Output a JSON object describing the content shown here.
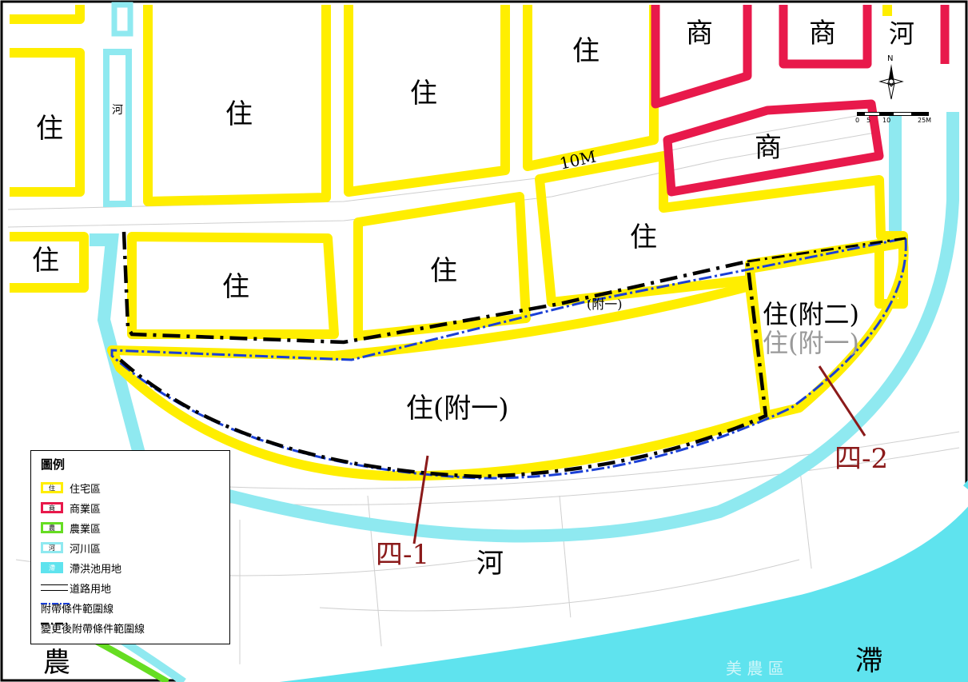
{
  "zones": {
    "res_label": "住",
    "com_label": "商",
    "river_label": "河",
    "farm_label": "農",
    "retention_label": "滯",
    "res_annex1_label": "住(附一)",
    "res_annex2_label": "住(附二)",
    "res_annex1_ghost": "住(附一)",
    "annex1_small": "(附一)"
  },
  "road": {
    "width_label": "10M"
  },
  "callouts": {
    "c1": "四-1",
    "c2": "四-2"
  },
  "north_arrow": {
    "label": "N"
  },
  "scale_bar": {
    "ticks": [
      "0",
      "5",
      "10",
      "25M"
    ]
  },
  "background_text": {
    "farm_fade": "美 農 區"
  },
  "legend": {
    "title": "圖例",
    "items": [
      {
        "swatch": "住",
        "label": "住宅區"
      },
      {
        "swatch": "商",
        "label": "商業區"
      },
      {
        "swatch": "農",
        "label": "農業區"
      },
      {
        "swatch": "河",
        "label": "河川區"
      },
      {
        "swatch": "滯",
        "label": "滯洪池用地"
      },
      {
        "swatch": "",
        "label": "道路用地"
      },
      {
        "swatch": "",
        "label": "附帶條件範圍線"
      },
      {
        "swatch": "",
        "label": "變更後附帶條件範圍線"
      }
    ]
  },
  "colors": {
    "residential": "#ffee00",
    "commercial": "#e8194b",
    "river": "#8fe9f0",
    "agriculture": "#66dd22",
    "retention": "#5fe3ee",
    "boundary_original": "#1a3fd6",
    "boundary_changed": "#000000",
    "callout": "#8b1a1a"
  }
}
